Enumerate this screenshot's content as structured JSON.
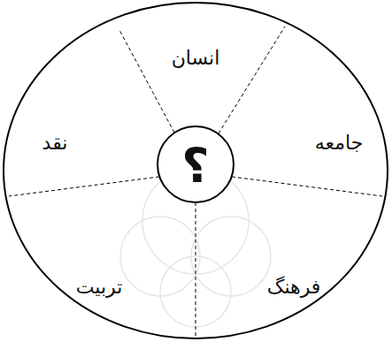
{
  "diagram": {
    "nodes": [
      {
        "text": [
          "انسان"
        ]
      },
      {
        "text": [
          "جامعه"
        ]
      },
      {
        "text": [
          "فرهنگ"
        ]
      },
      {
        "text": [
          "تربیت"
        ]
      },
      {
        "text": [
          "نقد"
        ]
      },
      {
        "text": [
          "؟"
        ]
      }
    ]
  }
}
